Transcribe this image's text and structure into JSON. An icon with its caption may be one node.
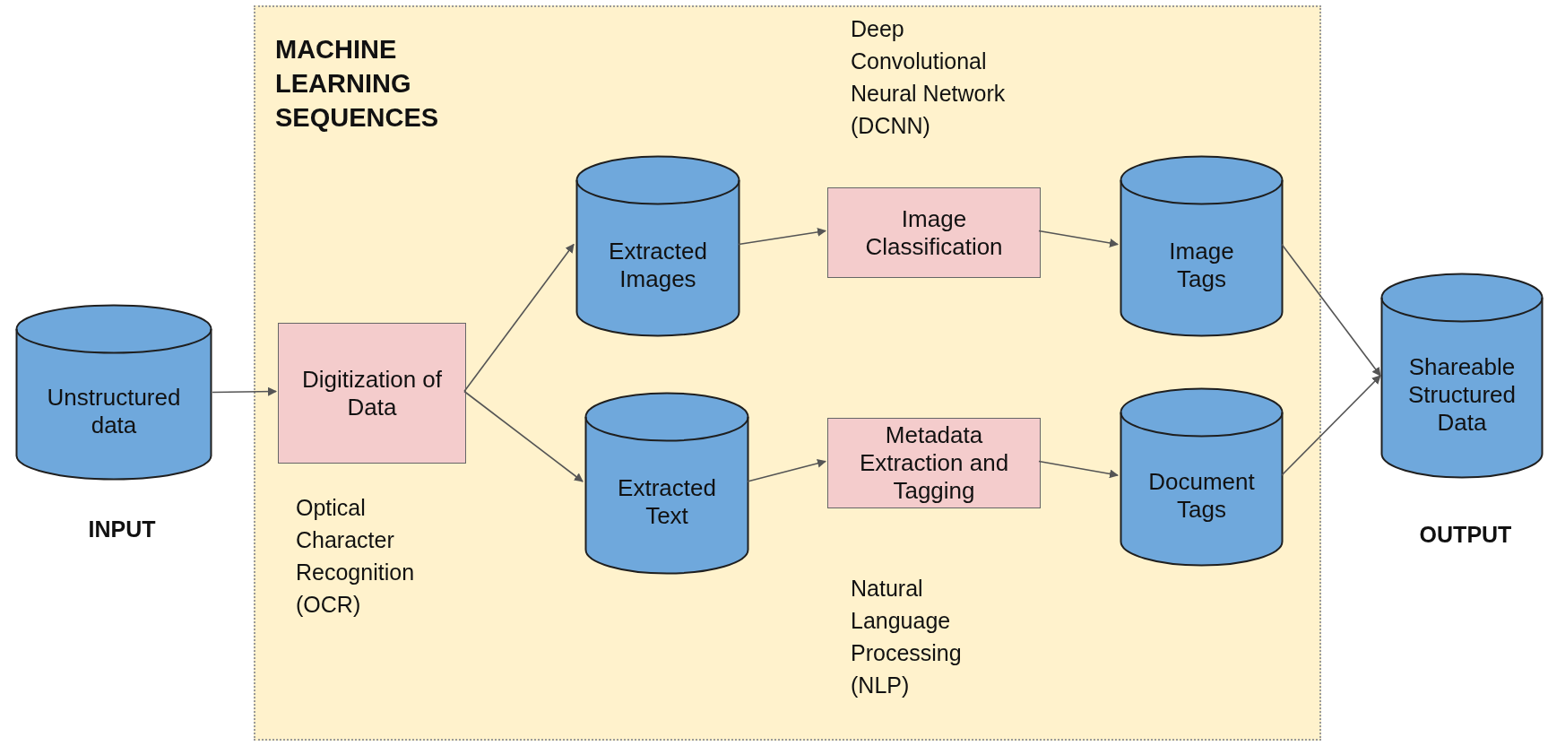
{
  "diagram": {
    "nodes": [
      {
        "text": [
          "Unstructured data"
        ],
        "beside": [
          "INPUT"
        ]
      },
      {
        "text": [
          "MACHINE LEARNING SEQUENCES"
        ]
      },
      {
        "text": [
          "Digitization of Data"
        ],
        "in": 1,
        "beside": [
          "Optical Character Recognition (OCR)"
        ]
      },
      {
        "text": [
          "Extracted Images"
        ],
        "in": 1
      },
      {
        "text": [
          "Extracted Text"
        ],
        "in": 1
      },
      {
        "text": [
          "Image Classification"
        ],
        "in": 1,
        "beside": [
          "Deep Convolutional Neural Network (DCNN)"
        ]
      },
      {
        "text": [
          "Metadata Extraction and Tagging"
        ],
        "in": 1,
        "beside": [
          "Natural Language Processing (NLP)"
        ]
      },
      {
        "text": [
          "Image Tags"
        ],
        "in": 1
      },
      {
        "text": [
          "Document Tags"
        ],
        "in": 1
      },
      {
        "text": [
          "Shareable Structured Data"
        ],
        "beside": [
          "OUTPUT"
        ]
      }
    ],
    "edges": [
      {
        "from": 0,
        "to": 2,
        "arrow": "to"
      },
      {
        "from": 2,
        "to": 3,
        "arrow": "to"
      },
      {
        "from": 2,
        "to": 4,
        "arrow": "to"
      },
      {
        "from": 3,
        "to": 5,
        "arrow": "to"
      },
      {
        "from": 4,
        "to": 6,
        "arrow": "to"
      },
      {
        "from": 5,
        "to": 7,
        "arrow": "to"
      },
      {
        "from": 6,
        "to": 8,
        "arrow": "to"
      },
      {
        "from": 7,
        "to": 9,
        "arrow": "to"
      },
      {
        "from": 8,
        "to": 9,
        "arrow": "to"
      }
    ]
  }
}
